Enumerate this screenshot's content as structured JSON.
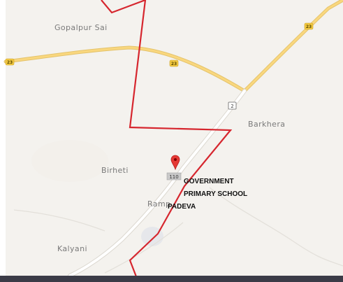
{
  "places": {
    "gopalpur": "Gopalpur Sai",
    "barkhera": "Barkhera",
    "birheti": "Birheti",
    "rampur_partial": "Ramp",
    "kalyani": "Kalyani"
  },
  "route_badges": {
    "top_right": "23",
    "left_edge": "23",
    "middle": "23",
    "junction": "2"
  },
  "pin": {
    "tag": "110",
    "icon": "map-pin-icon",
    "color": "#e53935"
  },
  "annotation": {
    "line1": "GOVERNMENT",
    "line2": "PRIMARY SCHOOL",
    "line3": "PADEVA"
  },
  "colors": {
    "background": "#f4f2ee",
    "boundary": "#d6262e",
    "highway": "#f9d77e",
    "road": "#ffffff"
  }
}
